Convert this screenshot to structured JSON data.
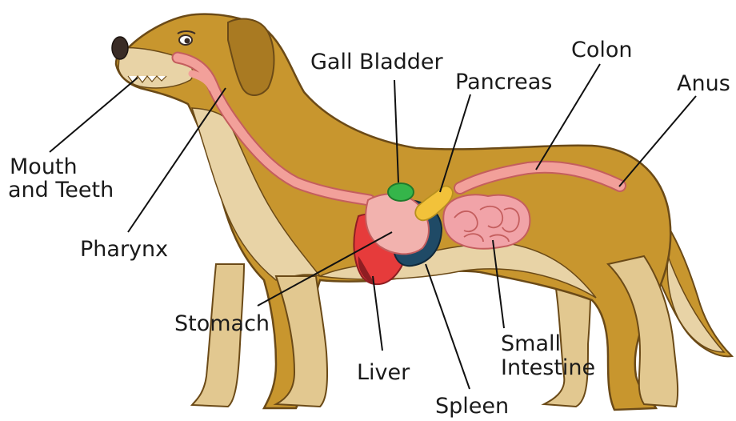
{
  "diagram": {
    "labels": {
      "mouth_line1": "Mouth",
      "mouth_line2": "and Teeth",
      "pharynx": "Pharynx",
      "gall_bladder": "Gall Bladder",
      "pancreas": "Pancreas",
      "colon": "Colon",
      "anus": "Anus",
      "stomach": "Stomach",
      "liver": "Liver",
      "spleen": "Spleen",
      "small_intestine_line1": "Small",
      "small_intestine_line2": "Intestine"
    },
    "colors": {
      "fur": "#C8962E",
      "fur_shade": "#A97A22",
      "belly": "#E8D3A6",
      "outline": "#6B4A17",
      "tract": "#F2A09A",
      "tract_outline": "#C45E5E",
      "stomach": "#F2B2AE",
      "liver": "#E63B3B",
      "liver_dark": "#8E1E22",
      "spleen": "#1F4A66",
      "gall_bladder": "#35B54A",
      "pancreas": "#F2C23A",
      "intestine": "#F1A3A8"
    }
  }
}
